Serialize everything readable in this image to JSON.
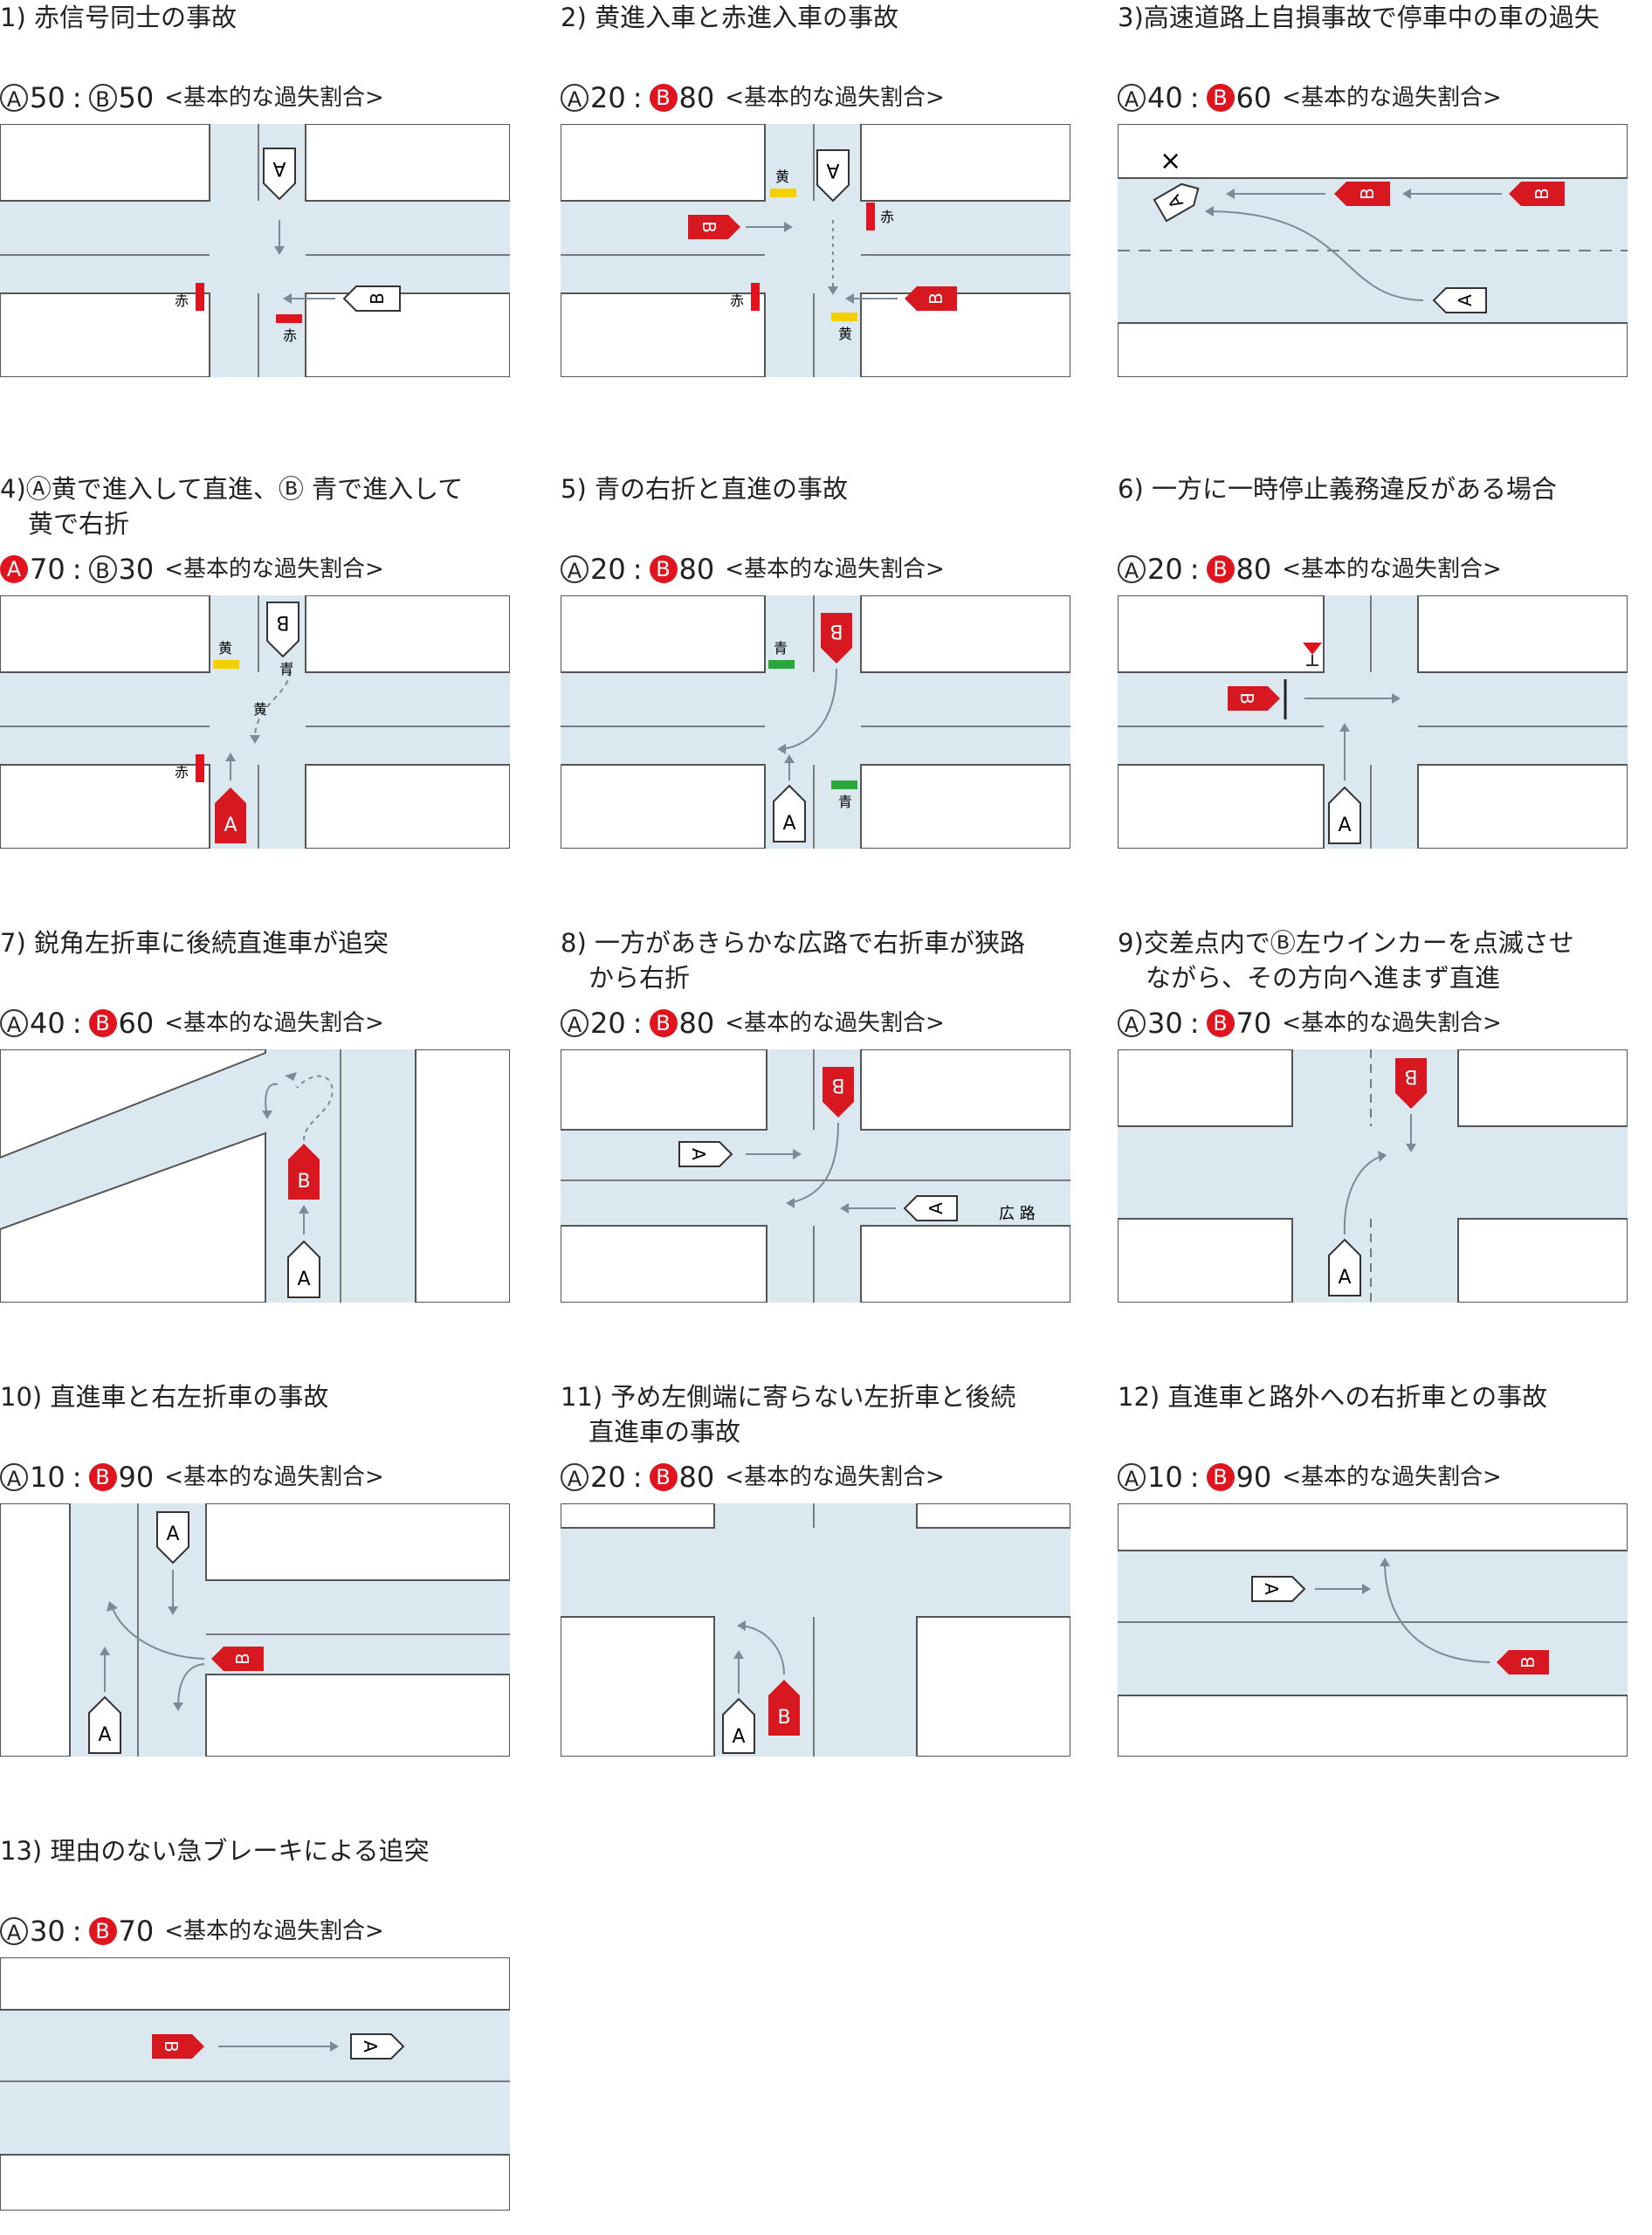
{
  "panels": [
    {
      "id": 1,
      "title": [
        "1) 赤信号同士の事故"
      ],
      "a": {
        "num": "50",
        "color": "white"
      },
      "b": {
        "num": "50",
        "color": "white"
      },
      "note": "<基本的な過失割合>",
      "labels": {
        "a": "A",
        "b": "B",
        "red1": "赤",
        "red2": "赤"
      }
    },
    {
      "id": 2,
      "title": [
        "2) 黄進入車と赤進入車の事故"
      ],
      "a": {
        "num": "20",
        "color": "white"
      },
      "b": {
        "num": "80",
        "color": "red"
      },
      "note": "<基本的な過失割合>",
      "labels": {
        "a": "A",
        "b1": "B",
        "b2": "B",
        "yellow1": "黄",
        "yellow2": "黄",
        "red1": "赤",
        "red2": "赤"
      }
    },
    {
      "id": 3,
      "title": [
        "3)高速道路上自損事故で停車中の車の過失"
      ],
      "a": {
        "num": "40",
        "color": "white"
      },
      "b": {
        "num": "60",
        "color": "red"
      },
      "note": "<基本的な過失割合>",
      "labels": {
        "a1": "A",
        "a2": "A",
        "b1": "B",
        "b2": "B",
        "cross": "×"
      }
    },
    {
      "id": 4,
      "title": [
        "4)Ⓐ黄で進入して直進、Ⓑ 青で進入して",
        "黄で右折"
      ],
      "a": {
        "num": "70",
        "color": "red"
      },
      "b": {
        "num": "30",
        "color": "white"
      },
      "note": "<基本的な過失割合>",
      "labels": {
        "a": "A",
        "b": "B",
        "yellow": "黄",
        "green": "青",
        "yellow_mid": "黄",
        "red": "赤"
      }
    },
    {
      "id": 5,
      "title": [
        "5) 青の右折と直進の事故"
      ],
      "a": {
        "num": "20",
        "color": "white"
      },
      "b": {
        "num": "80",
        "color": "red"
      },
      "note": "<基本的な過失割合>",
      "labels": {
        "a": "A",
        "b": "B",
        "green1": "青",
        "green2": "青"
      }
    },
    {
      "id": 6,
      "title": [
        "6) 一方に一時停止義務違反がある場合"
      ],
      "a": {
        "num": "20",
        "color": "white"
      },
      "b": {
        "num": "80",
        "color": "red"
      },
      "note": "<基本的な過失割合>",
      "labels": {
        "a": "A",
        "b": "B"
      }
    },
    {
      "id": 7,
      "title": [
        "7) 鋭角左折車に後続直進車が追突"
      ],
      "a": {
        "num": "40",
        "color": "white"
      },
      "b": {
        "num": "60",
        "color": "red"
      },
      "note": "<基本的な過失割合>",
      "labels": {
        "a": "A",
        "b": "B"
      }
    },
    {
      "id": 8,
      "title": [
        "8) 一方があきらかな広路で右折車が狭路",
        "から右折"
      ],
      "a": {
        "num": "20",
        "color": "white"
      },
      "b": {
        "num": "80",
        "color": "red"
      },
      "note": "<基本的な過失割合>",
      "labels": {
        "a1": "A",
        "a2": "A",
        "b": "B",
        "wide": "広 路"
      }
    },
    {
      "id": 9,
      "title": [
        "9)交差点内でⒷ左ウインカーを点滅させ",
        "ながら、その方向へ進まず直進"
      ],
      "a": {
        "num": "30",
        "color": "white"
      },
      "b": {
        "num": "70",
        "color": "red"
      },
      "note": "<基本的な過失割合>",
      "labels": {
        "a": "A",
        "b": "B"
      }
    },
    {
      "id": 10,
      "title": [
        "10) 直進車と右左折車の事故"
      ],
      "a": {
        "num": "10",
        "color": "white"
      },
      "b": {
        "num": "90",
        "color": "red"
      },
      "note": "<基本的な過失割合>",
      "labels": {
        "a1": "A",
        "a2": "A",
        "b": "B"
      }
    },
    {
      "id": 11,
      "title": [
        "11) 予め左側端に寄らない左折車と後続",
        "直進車の事故"
      ],
      "a": {
        "num": "20",
        "color": "white"
      },
      "b": {
        "num": "80",
        "color": "red"
      },
      "note": "<基本的な過失割合>",
      "labels": {
        "a": "A",
        "b": "B"
      }
    },
    {
      "id": 12,
      "title": [
        "12) 直進車と路外への右折車との事故"
      ],
      "a": {
        "num": "10",
        "color": "white"
      },
      "b": {
        "num": "90",
        "color": "red"
      },
      "note": "<基本的な過失割合>",
      "labels": {
        "a": "A",
        "b": "B"
      }
    },
    {
      "id": 13,
      "title": [
        "13) 理由のない急ブレーキによる追突"
      ],
      "a": {
        "num": "30",
        "color": "white"
      },
      "b": {
        "num": "70",
        "color": "red"
      },
      "note": "<基本的な過失割合>",
      "labels": {
        "a": "A",
        "b": "B"
      }
    }
  ],
  "colors": {
    "road": "#dbe8f0",
    "line": "#555555",
    "car_red": "#d81820",
    "signal_red": "#e0141e",
    "signal_yellow": "#f5d000",
    "signal_green": "#2aa63c",
    "arrow": "#7a8a96"
  }
}
